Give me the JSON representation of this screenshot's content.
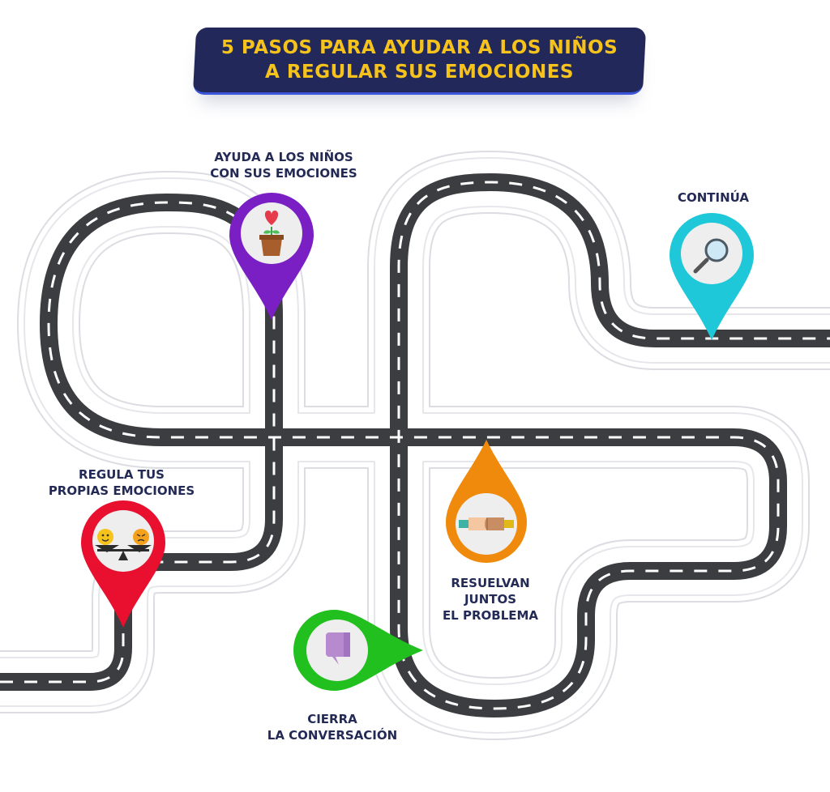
{
  "title": {
    "line1": "5 PASOS PARA AYUDAR A LOS NIÑOS",
    "line2": "A REGULAR SUS EMOCIONES"
  },
  "steps": [
    {
      "line1": "AYUDA A LOS NIÑOS",
      "line2": "CON SUS EMOCIONES",
      "color": "#7a1fc3",
      "icon": "flower-pot-heart-icon"
    },
    {
      "line1": "CONTINÚA",
      "line2": "",
      "color": "#1fc8d8",
      "icon": "magnifying-glass-icon"
    },
    {
      "line1": "REGULA TUS",
      "line2": "PROPIAS EMOCIONES",
      "color": "#e8102e",
      "icon": "emotion-balance-scale-icon"
    },
    {
      "line1": "RESUELVAN",
      "line2": "JUNTOS",
      "line3": "EL PROBLEMA",
      "color": "#f08a0c",
      "icon": "fist-bump-icon"
    },
    {
      "line1": "CIERRA",
      "line2": "LA CONVERSACIÓN",
      "color": "#21c01f",
      "icon": "speech-bubble-icon"
    }
  ],
  "colors": {
    "road": "#3c3d40",
    "road_line": "#ffffff",
    "road_shoulder": "#ececef",
    "title_bg": "#22295a",
    "title_text": "#f6c21c",
    "label_text": "#232a55"
  }
}
